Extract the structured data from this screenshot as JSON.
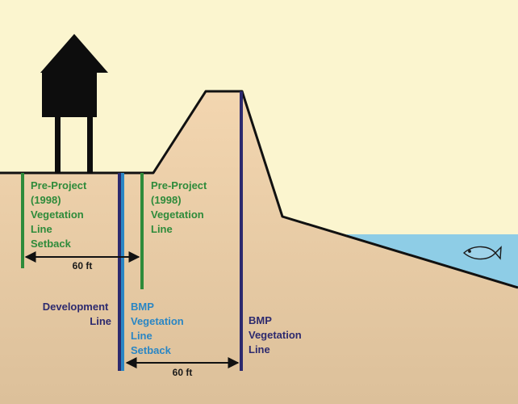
{
  "colors": {
    "sky": "#fbf5cf",
    "sand_top": "#f3d6b0",
    "sand_bottom": "#dcc09a",
    "water": "#8ecde6",
    "outline": "#111111",
    "green_line": "#2e8b3a",
    "blue_line": "#2a86c4",
    "navy_line": "#2d2a6e"
  },
  "labels": {
    "pre_project_setback": [
      "Pre-Project",
      "(1998)",
      "Vegetation",
      "Line",
      "Setback"
    ],
    "pre_project_line": [
      "Pre-Project",
      "(1998)",
      "Vegetation",
      "Line"
    ],
    "development_line": [
      "Development",
      "Line"
    ],
    "bmp_setback": [
      "BMP",
      "Vegetation",
      "Line",
      "Setback"
    ],
    "bmp_line": [
      "BMP",
      "Vegetation",
      "Line"
    ]
  },
  "dimensions": {
    "upper": "60 ft",
    "lower": "60 ft"
  },
  "icons": {
    "house": "stilt-house-icon",
    "fish": "fish-icon"
  }
}
